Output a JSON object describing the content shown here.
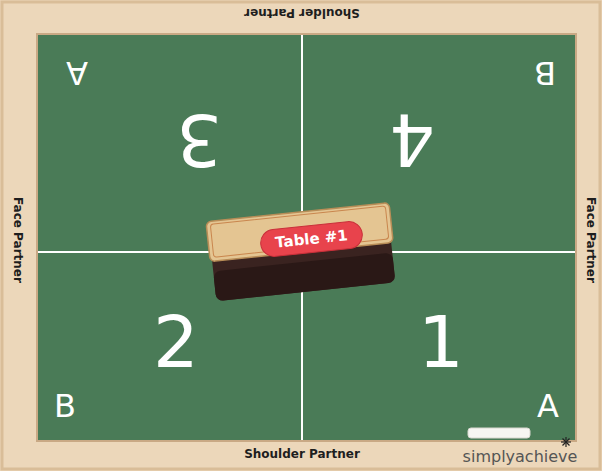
{
  "diagram": {
    "nodes": [
      {
        "text": [
          "Table #1"
        ]
      }
    ],
    "labels": [
      "Shoulder Partner",
      "A",
      "B",
      "3",
      "4",
      "Face Partner",
      "Face Partner",
      "2",
      "1",
      "B",
      "A",
      "Shoulder Partner",
      "simplyachieve"
    ]
  }
}
